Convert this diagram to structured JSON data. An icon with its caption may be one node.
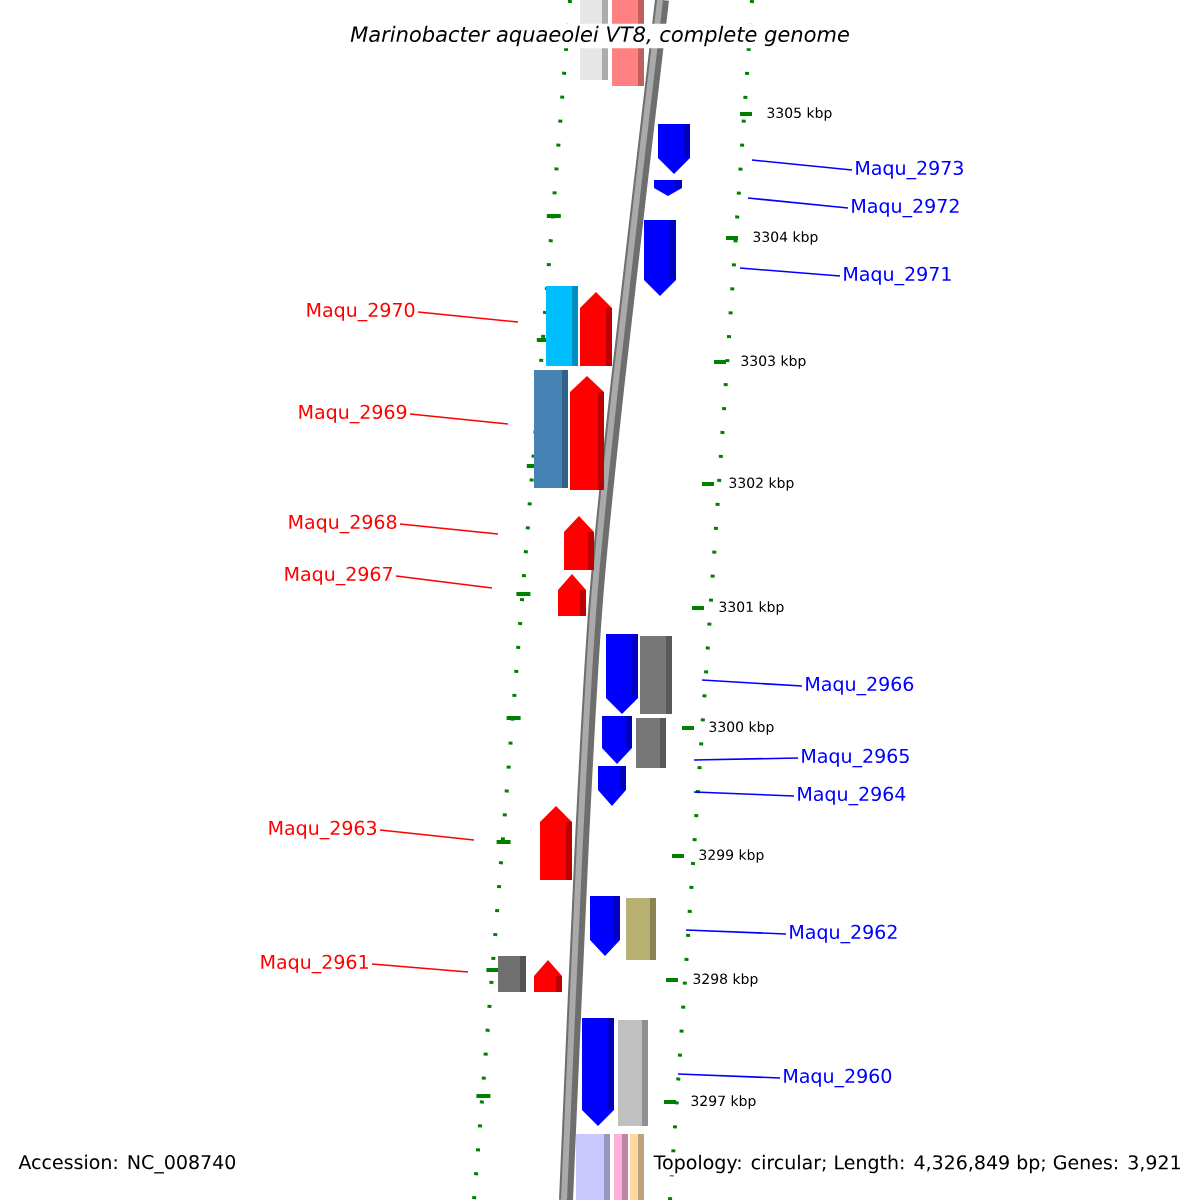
{
  "diagram": {
    "title": "Marinobacter aquaeolei VT8, complete genome",
    "nodes": [
      {
        "text": [
          "Maqu_2973"
        ]
      },
      {
        "text": [
          "Maqu_2972"
        ]
      },
      {
        "text": [
          "Maqu_2971"
        ]
      },
      {
        "text": [
          "Maqu_2970"
        ]
      },
      {
        "text": [
          "Maqu_2969"
        ]
      },
      {
        "text": [
          "Maqu_2968"
        ]
      },
      {
        "text": [
          "Maqu_2967"
        ]
      },
      {
        "text": [
          "Maqu_2966"
        ]
      },
      {
        "text": [
          "Maqu_2965"
        ]
      },
      {
        "text": [
          "Maqu_2964"
        ]
      },
      {
        "text": [
          "Maqu_2963"
        ]
      },
      {
        "text": [
          "Maqu_2962"
        ]
      },
      {
        "text": [
          "Maqu_2961"
        ]
      },
      {
        "text": [
          "Maqu_2960"
        ]
      }
    ],
    "edges": [
      {
        "from": 0,
        "to": null,
        "arrow": "none",
        "color": "#0000ff"
      },
      {
        "from": 1,
        "to": null,
        "arrow": "none",
        "color": "#0000ff"
      },
      {
        "from": 2,
        "to": null,
        "arrow": "none",
        "color": "#0000ff"
      },
      {
        "from": 3,
        "to": null,
        "arrow": "none",
        "color": "#ff0000"
      },
      {
        "from": 4,
        "to": null,
        "arrow": "none",
        "color": "#ff0000"
      },
      {
        "from": 5,
        "to": null,
        "arrow": "none",
        "color": "#ff0000"
      },
      {
        "from": 6,
        "to": null,
        "arrow": "none",
        "color": "#ff0000"
      },
      {
        "from": 7,
        "to": null,
        "arrow": "none",
        "color": "#0000ff"
      },
      {
        "from": 8,
        "to": null,
        "arrow": "none",
        "color": "#0000ff"
      },
      {
        "from": 9,
        "to": null,
        "arrow": "none",
        "color": "#0000ff"
      },
      {
        "from": 10,
        "to": null,
        "arrow": "none",
        "color": "#ff0000"
      },
      {
        "from": 11,
        "to": null,
        "arrow": "none",
        "color": "#0000ff"
      },
      {
        "from": 12,
        "to": null,
        "arrow": "none",
        "color": "#ff0000"
      },
      {
        "from": 13,
        "to": null,
        "arrow": "none",
        "color": "#0000ff"
      }
    ],
    "labels": [
      "3305 kbp",
      "3304 kbp",
      "3303 kbp",
      "3302 kbp",
      "3301 kbp",
      "3300 kbp",
      "3299 kbp",
      "3298 kbp",
      "3297 kbp",
      "Accession: NC_008740",
      "Topology: circular; Length: 4,326,849 bp; Genes: 3,921"
    ]
  }
}
